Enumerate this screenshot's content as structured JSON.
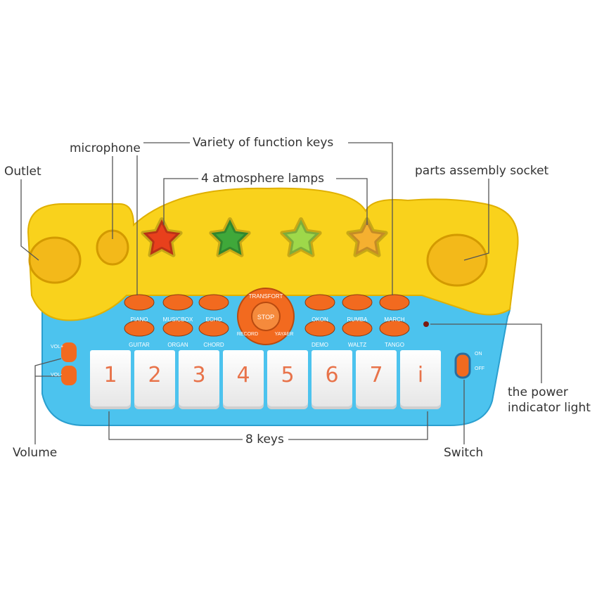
{
  "callouts": {
    "outlet": "Outlet",
    "microphone": "microphone",
    "function_keys": "Variety of function keys",
    "lamps": "4 atmosphere lamps",
    "socket": "parts assembly socket",
    "power_light_1": "the power",
    "power_light_2": "indicator light",
    "volume": "Volume",
    "keys": "8 keys",
    "switch": "Switch"
  },
  "toy": {
    "buttons_top": [
      "PIANO",
      "MUSICBOX",
      "ECHO",
      "OKON",
      "RUMBA",
      "MARCH"
    ],
    "buttons_bottom": [
      "GUITAR",
      "ORGAN",
      "CHORD",
      "DEMO",
      "WALTZ",
      "TANGO"
    ],
    "center": {
      "top": "TRANSFORT",
      "middle": "STOP",
      "left": "RECORD",
      "right": "YAYAER"
    },
    "volume_labels": [
      "VOL+",
      "VOL-"
    ],
    "switch_labels": [
      "ON",
      "OFF"
    ],
    "keys": [
      "1",
      "2",
      "3",
      "4",
      "5",
      "6",
      "7",
      "i"
    ],
    "lamp_colors": [
      "#e8401c",
      "#3fa83a",
      "#9ed84a",
      "#f5b030"
    ],
    "colors": {
      "body": "#4cc3ee",
      "top": "#f9d21c",
      "button": "#f26a1f"
    }
  }
}
